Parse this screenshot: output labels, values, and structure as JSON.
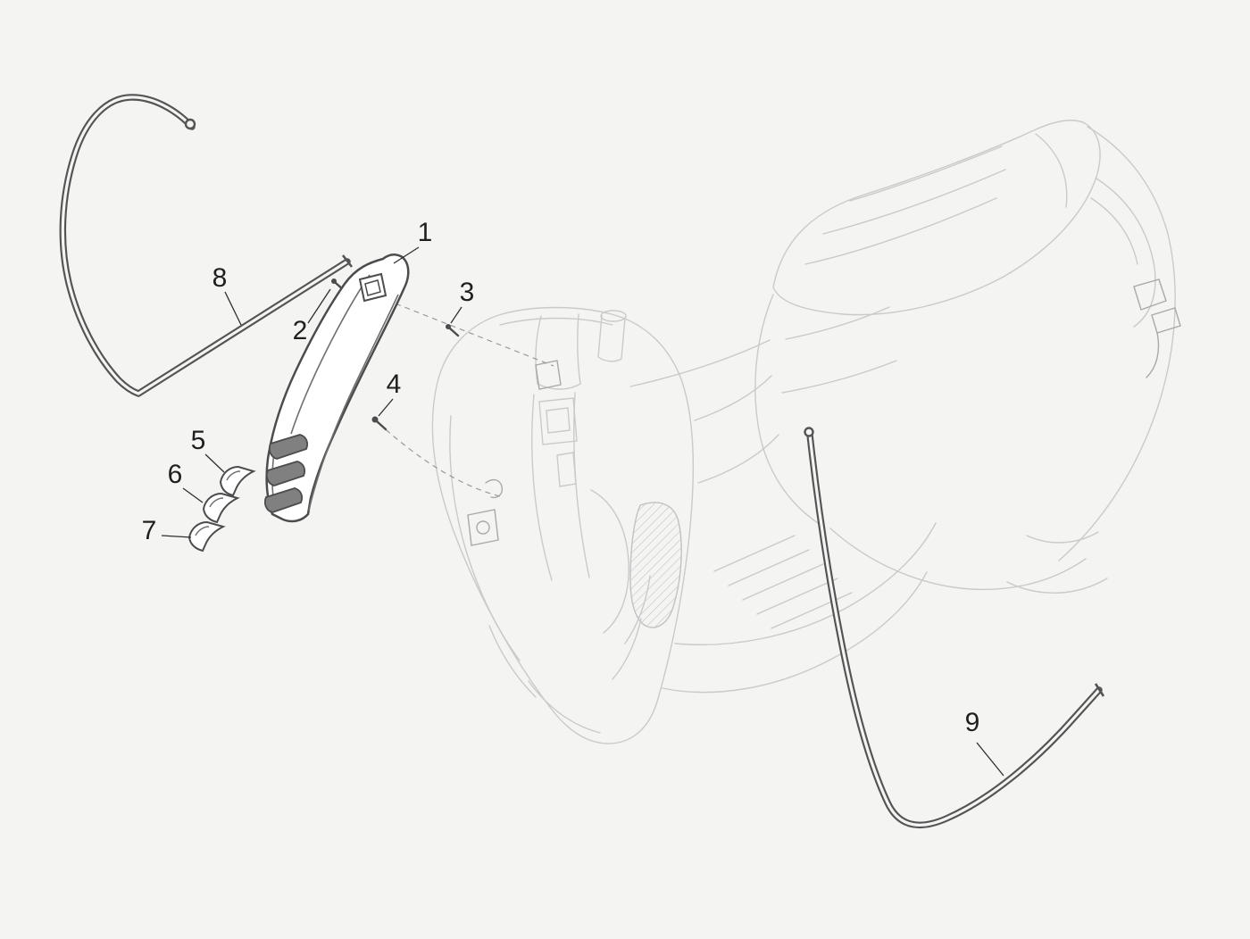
{
  "diagram": {
    "callouts": [
      {
        "label": "1",
        "part": "front-trim-cover"
      },
      {
        "label": "2",
        "part": "upper-screw"
      },
      {
        "label": "3",
        "part": "side-screw"
      },
      {
        "label": "4",
        "part": "lower-screw"
      },
      {
        "label": "5",
        "part": "clip-upper"
      },
      {
        "label": "6",
        "part": "clip-middle"
      },
      {
        "label": "7",
        "part": "clip-lower"
      },
      {
        "label": "8",
        "part": "shield-edge-beading"
      },
      {
        "label": "9",
        "part": "floor-edge-beading"
      }
    ]
  },
  "colors": {
    "background": "#f4f4f3",
    "part_stroke": "#4c4c4c",
    "ghost_stroke": "#cacaca",
    "label_text": "#1f1f1f"
  }
}
